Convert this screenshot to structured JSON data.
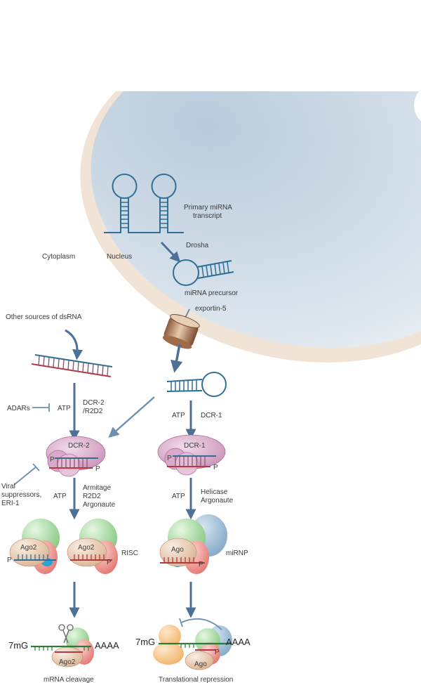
{
  "labels": {
    "primary_mirna_line1": "Primary miRNA",
    "primary_mirna_line2": "transcript",
    "cytoplasm": "Cytoplasm",
    "nucleus": "Nucleus",
    "drosha": "Drosha",
    "mirna_precursor": "miRNA precursor",
    "exportin5": "exportin-5",
    "other_sources": "Other sources of dsRNA",
    "adars": "ADARs",
    "atp": "ATP",
    "dcr2_r2d2_line1": "DCR-2",
    "dcr2_r2d2_line2": "/R2D2",
    "dcr1_label": "DCR-1",
    "dcr2_protein": "DCR-2",
    "dcr1_protein": "DCR-1",
    "p": "P",
    "viral_line1": "Viral",
    "viral_line2": "suppressors,",
    "viral_line3": "ERI-1",
    "armitage_line1": "Armitage",
    "armitage_line2": "R2D2",
    "armitage_line3": "Argonaute",
    "helicase_line1": "Helicase",
    "helicase_line2": "Argonaute",
    "ago2": "Ago2",
    "ago": "Ago",
    "risc": "RISC",
    "mirnp": "miRNP",
    "cap": "7mG",
    "polya": "AAAA",
    "mrna_cleavage": "mRNA cleavage",
    "translational_repression": "Translational repression"
  },
  "colors": {
    "nucleus_fill": "#dde6ee",
    "nuclear_rim": "#efe2d4",
    "rna_blue": "#2f6f96",
    "rna_red": "#b03a40",
    "rna_green": "#2f7a3a",
    "arrow": "#4d7096",
    "dicer_purple": "#c98fb6",
    "ago_tan": "#e8c7a9",
    "green_protein": "#8ccf86",
    "salmon_protein": "#ec8780",
    "blue_protein": "#8fb3cf",
    "cyan_protein": "#27a6d6",
    "orange_protein": "#f6c07d"
  }
}
